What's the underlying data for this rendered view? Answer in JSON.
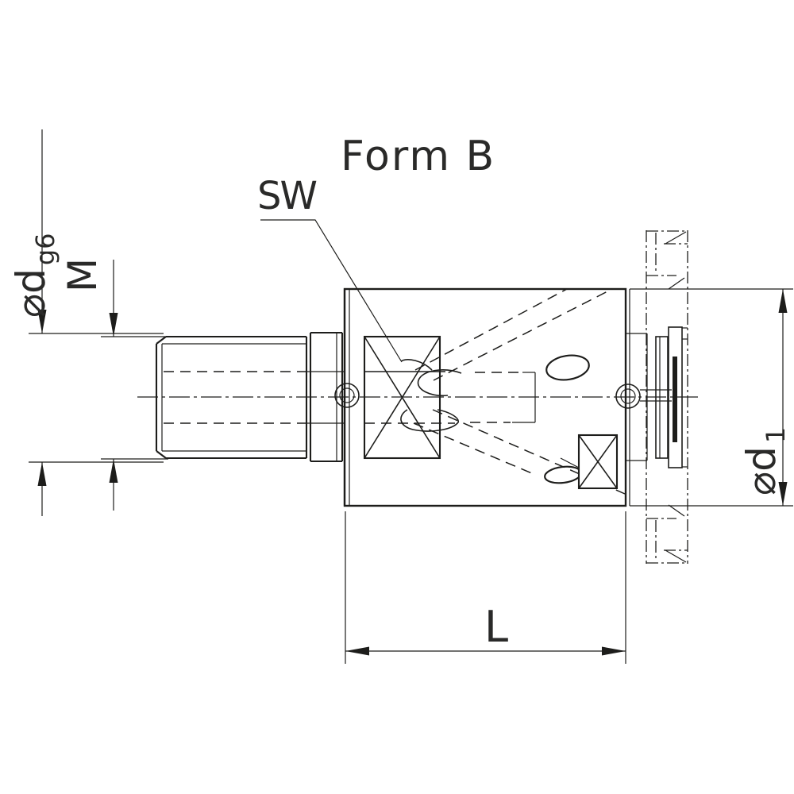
{
  "drawing": {
    "title": "Form B",
    "labels": {
      "wrench_size": "SW",
      "thread_size": "M",
      "shank_diameter": "⌀d",
      "shank_tolerance": "g6",
      "flange_diameter": "⌀d",
      "flange_diameter_sub": "1",
      "length": "L"
    },
    "colors": {
      "ink": "#1d1d1b",
      "background": "#ffffff"
    }
  }
}
